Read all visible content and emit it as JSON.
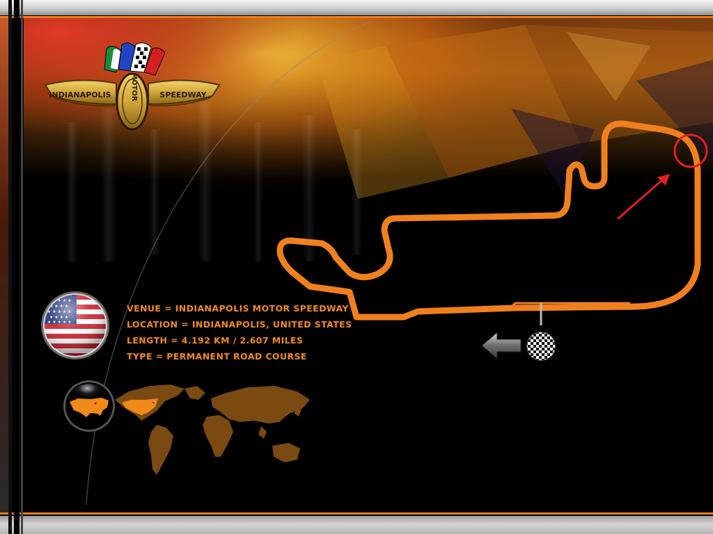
{
  "logo": {
    "name": "indianapolis-motor-speedway-logo",
    "text": [
      "INDIANAPOLIS",
      "MOTOR",
      "SPEEDWAY"
    ]
  },
  "track_info": {
    "venue": "VENUE = INDIANAPOLIS MOTOR SPEEDWAY",
    "location": "LOCATION = INDIANAPOLIS, UNITED STATES",
    "length": "LENGTH = 4.192 KM / 2.607 MILES",
    "type": "TYPE = PERMANENT ROAD COURSE"
  },
  "icons": {
    "flag": "usa-flag-icon",
    "globe": "usa-globe-icon",
    "map": "world-map-icon",
    "back": "back-arrow-icon",
    "start": "checkered-flag-icon"
  },
  "colors": {
    "accent": "#f28a1e",
    "track": "#f0801e",
    "marker": "#e02020"
  }
}
